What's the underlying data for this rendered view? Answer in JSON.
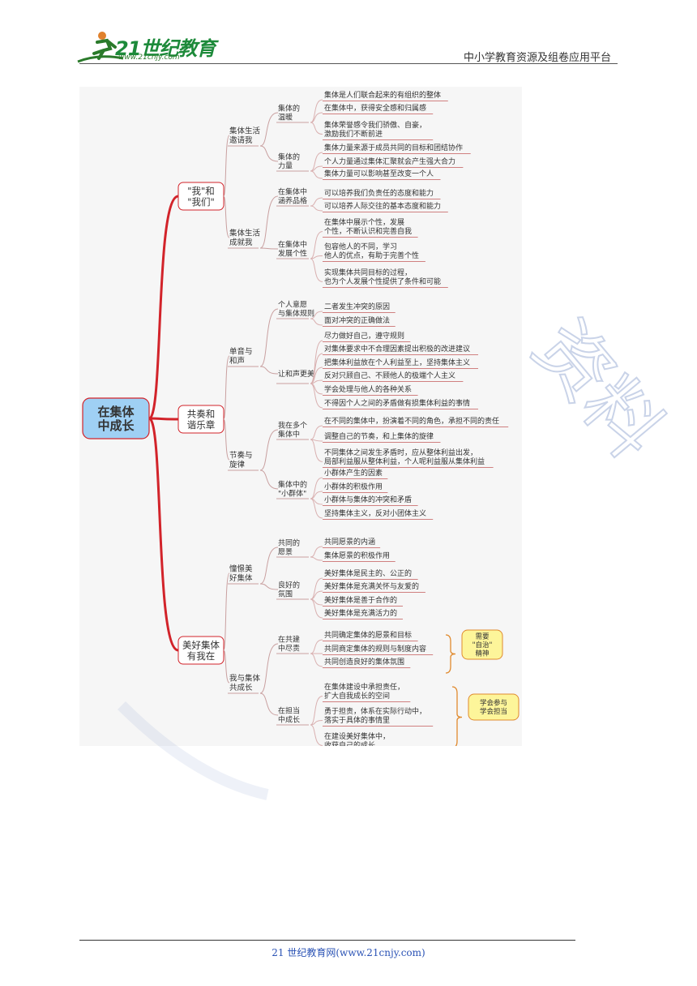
{
  "header": {
    "logo_text": "21世纪教育",
    "logo_url": "www.21cnjy.com",
    "platform": "中小学教育资源及组卷应用平台"
  },
  "footer": {
    "text": "21 世纪教育网(www.21cnjy.com)"
  },
  "colors": {
    "branch": "#d2232a",
    "root_fill": "#9fd0f4",
    "callout_fill": "#fdf59a",
    "callout_border": "#e08a2e",
    "watermark": "#9eb0d6"
  },
  "mindmap": {
    "root": "在集体\n中成长",
    "branches": [
      {
        "label": "\"我\"和\n\"我们\"",
        "children": [
          {
            "label": "集体生活\n邀请我",
            "children": [
              {
                "label": "集体的\n温暖",
                "leaves": [
                  "集体是人们联合起来的有组织的整体",
                  "在集体中，获得安全感和归属感",
                  "集体荣誉感令我们骄傲、自豪，\n激励我们不断前进"
                ]
              },
              {
                "label": "集体的\n力量",
                "leaves": [
                  "集体力量来源于成员共同的目标和团结协作",
                  "个人力量通过集体汇聚就会产生强大合力",
                  "集体力量可以影响甚至改变一个人"
                ]
              }
            ]
          },
          {
            "label": "集体生活\n成就我",
            "children": [
              {
                "label": "在集体中\n涵养品格",
                "leaves": [
                  "可以培养我们负责任的态度和能力",
                  "可以培养人际交往的基本态度和能力"
                ]
              },
              {
                "label": "在集体中\n发展个性",
                "leaves": [
                  "在集体中展示个性，发展\n个性，不断认识和完善自我",
                  "包容他人的不同，学习\n他人的优点，有助于完善个性",
                  "实现集体共同目标的过程，\n也为个人发展个性提供了条件和可能"
                ]
              }
            ]
          }
        ]
      },
      {
        "label": "共奏和\n谐乐章",
        "children": [
          {
            "label": "单音与\n和声",
            "children": [
              {
                "label": "个人意愿\n与集体规则",
                "leaves": [
                  "二者发生冲突的原因",
                  "面对冲突的正确做法"
                ]
              },
              {
                "label": "让和声更美",
                "leaves": [
                  "尽力做好自己，遵守规则",
                  "对集体要求中不合理因素提出积极的改进建议",
                  "把集体利益放在个人利益至上，坚持集体主义",
                  "反对只顾自己、不顾他人的极端个人主义",
                  "学会处理与他人的各种关系",
                  "不得因个人之间的矛盾做有损集体利益的事情"
                ]
              }
            ]
          },
          {
            "label": "节奏与\n旋律",
            "children": [
              {
                "label": "我在多个\n集体中",
                "leaves": [
                  "在不同的集体中，扮演着不同的角色，承担不同的责任",
                  "调整自己的节奏，和上集体的旋律",
                  "不同集体之间发生矛盾时，应从整体利益出发，\n局部利益服从整体利益，个人呢利益服从集体利益"
                ]
              },
              {
                "label": "集体中的\n\"小群体\"",
                "leaves": [
                  "小群体产生的因素",
                  "小群体的积极作用",
                  "小群体与集体的冲突和矛盾",
                  "坚持集体主义，反对小团体主义"
                ]
              }
            ]
          }
        ]
      },
      {
        "label": "美好集体\n有我在",
        "children": [
          {
            "label": "憧憬美\n好集体",
            "children": [
              {
                "label": "共同的\n愿景",
                "leaves": [
                  "共同愿景的内涵",
                  "集体愿景的积极作用"
                ]
              },
              {
                "label": "良好的\n氛围",
                "leaves": [
                  "美好集体是民主的、公正的",
                  "美好集体是充满关怀与友爱的",
                  "美好集体是善于合作的",
                  "美好集体是充满活力的"
                ]
              }
            ]
          },
          {
            "label": "我与集体\n共成长",
            "children": [
              {
                "label": "在共建\n中尽责",
                "leaves": [
                  "共同确定集体的愿景和目标",
                  "共同商定集体的规则与制度内容",
                  "共同创造良好的集体氛围"
                ],
                "callout": "需要\n\"自治\"\n精神"
              },
              {
                "label": "在担当\n中成长",
                "leaves": [
                  "在集体建设中承担责任，\n扩大自我成长的空间",
                  "勇于担责，体系在实际行动中，\n落实于具体的事情里",
                  "在建设美好集体中，\n收获自己的成长"
                ],
                "callout": "学会参与\n学会担当"
              }
            ]
          }
        ]
      }
    ]
  },
  "watermark_text": "资料"
}
